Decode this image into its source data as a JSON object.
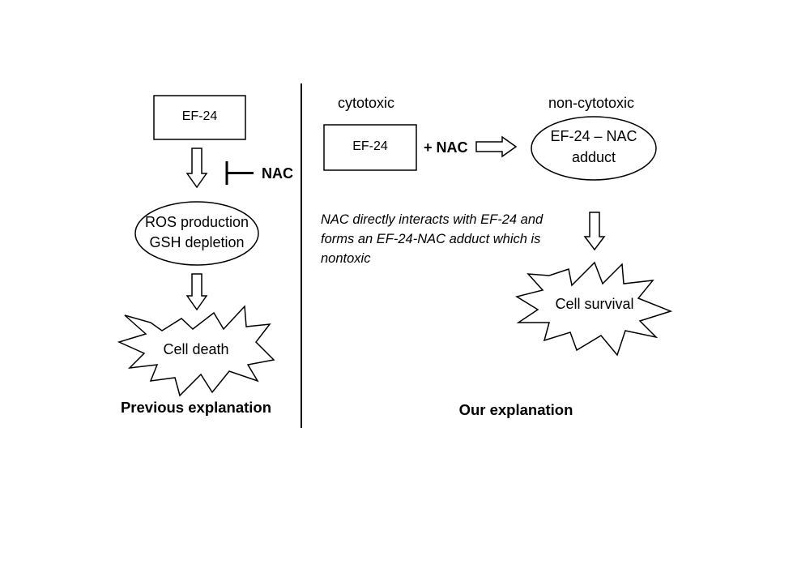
{
  "left": {
    "box_label": "EF-24",
    "inhibitor_label": "NAC",
    "ellipse_line1": "ROS production",
    "ellipse_line2": "GSH depletion",
    "outcome_label": "Cell death",
    "title": "Previous explanation"
  },
  "right": {
    "box_state_label": "cytotoxic",
    "box_label": "EF-24",
    "plus_label": "+ NAC",
    "product_state_label": "non-cytotoxic",
    "product_line1": "EF-24 – NAC",
    "product_line2": "adduct",
    "note": "NAC directly interacts with EF-24 and forms an EF-24-NAC adduct which is nontoxic",
    "outcome_label": "Cell survival",
    "title": "Our explanation"
  }
}
